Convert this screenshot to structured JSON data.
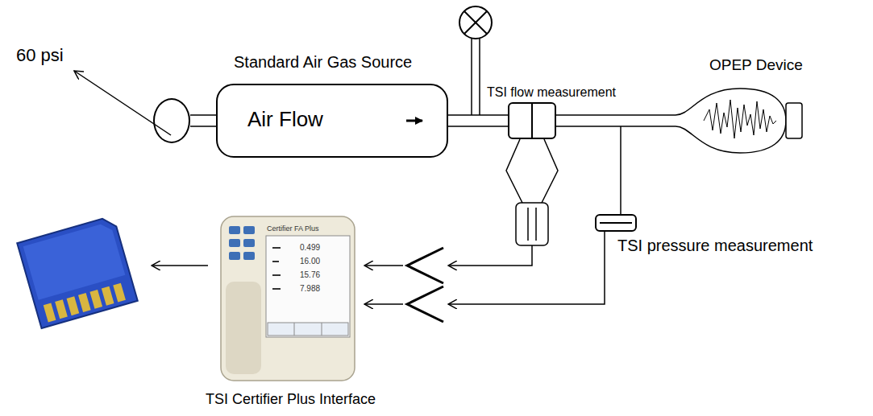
{
  "diagram": {
    "nodes": [
      {
        "text": [
          "60 psi"
        ]
      },
      {
        "text": [
          "Standard Air Gas Source",
          "Air Flow"
        ]
      },
      {
        "text": [
          "TSI flow measurement"
        ]
      },
      {
        "text": [
          "OPEP Device"
        ]
      },
      {
        "text": [
          "TSI pressure measurement"
        ]
      },
      {
        "text": [
          "TSI Certifier Plus Interface"
        ]
      }
    ],
    "edges": [
      {
        "from": 0,
        "to": 1,
        "arrow": "none"
      },
      {
        "from": 1,
        "to": 2,
        "arrow": "none"
      },
      {
        "from": 2,
        "to": 3,
        "arrow": "none"
      }
    ],
    "labels": [
      "Certifier FA Plus",
      "0.499",
      "16.00",
      "15.76",
      "7.988"
    ]
  }
}
